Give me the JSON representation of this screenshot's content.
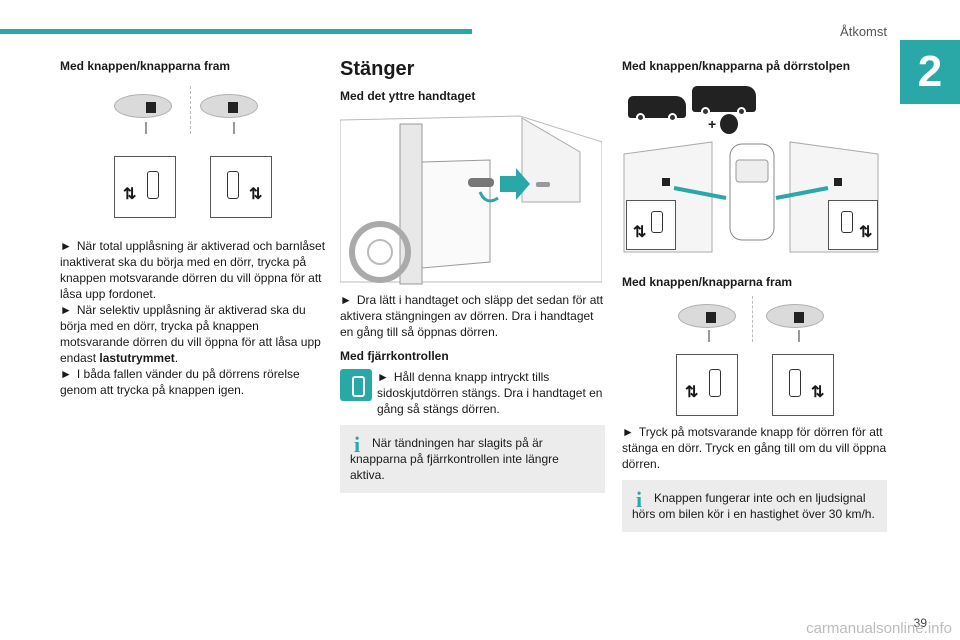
{
  "header": {
    "section": "Åtkomst",
    "chapter": "2",
    "page_number": "39"
  },
  "watermark": "carmanualsonline.info",
  "col1": {
    "heading": "Med knappen/knapparna fram",
    "bullet_arrow": "►",
    "p1": "När total upplåsning är aktiverad och barnlåset inaktiverat ska du börja med en dörr, trycka på knappen motsvarande dörren du vill öppna för att låsa upp fordonet.",
    "p2_a": "När selektiv upplåsning är aktiverad ska du börja med en dörr, trycka på knappen motsvarande dörren du vill öppna för att låsa upp endast",
    "p2_bold": "lastutrymmet",
    "p2_end": ".",
    "p3": "I båda fallen vänder du på dörrens rörelse genom att trycka på knappen igen."
  },
  "col2": {
    "title": "Stänger",
    "heading1": "Med det yttre handtaget",
    "p1": "Dra lätt i handtaget och släpp det sedan för att aktivera stängningen av dörren. Dra i handtaget en gång till så öppnas dörren.",
    "heading2": "Med fjärrkontrollen",
    "p2": "Håll denna knapp intryckt tills sidoskjutdörren stängs. Dra i handtaget en gång så stängs dörren.",
    "info": "När tändningen har slagits på är knapparna på fjärrkontrollen inte längre aktiva."
  },
  "col3": {
    "heading1": "Med knappen/knapparna på dörrstolpen",
    "plus_sign": "+",
    "heading2": "Med knappen/knapparna fram",
    "p1": "Tryck på motsvarande knapp för dörren för att stänga en dörr. Tryck en gång till om du vill öppna dörren.",
    "info": "Knappen fungerar inte och en ljudsignal hörs om bilen kör i en hastighet över 30 km/h."
  },
  "icons": [
    "steering-wheel-icon",
    "sliding-door-button-icon",
    "remote-door-icon",
    "info-icon",
    "van-icon",
    "child-seat-icon"
  ],
  "colors": {
    "accent": "#2aa8a8",
    "infobox_bg": "#ececec",
    "panel_border": "#555555"
  }
}
